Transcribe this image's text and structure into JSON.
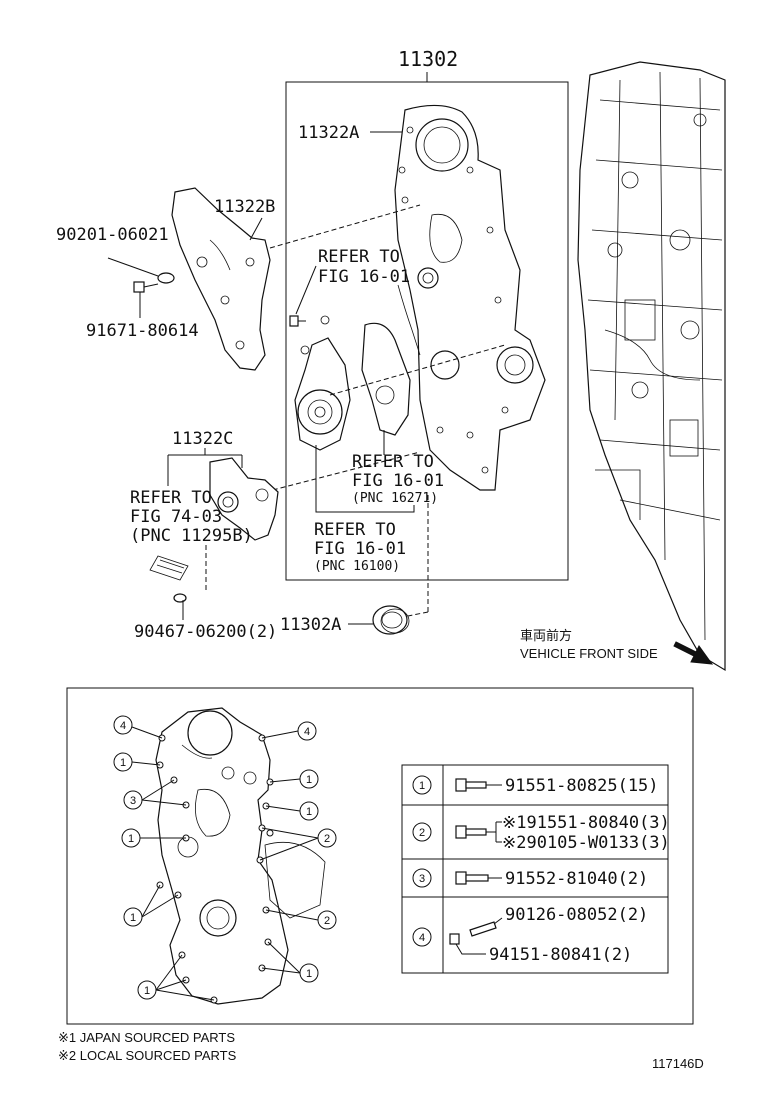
{
  "labels": {
    "main_assy": "11302",
    "gasket_a": "11322A",
    "gasket_b": "11322B",
    "gasket_c": "11322C",
    "seal": "11302A",
    "washer": "90201-06021",
    "bolt_left": "91671-80614",
    "pin": "90467-06200(2)"
  },
  "refers": {
    "r1_line1": "REFER TO",
    "r1_line2": "FIG 16-01",
    "r2_line1": "REFER TO",
    "r2_line2": "FIG 16-01",
    "r2_line3": "(PNC 16271)",
    "r3_line1": "REFER TO",
    "r3_line2": "FIG 16-01",
    "r3_line3": "(PNC 16100)",
    "r4_line1": "REFER TO",
    "r4_line2": "FIG 74-03",
    "r4_line3": "(PNC 11295B)"
  },
  "direction": {
    "jp": "車両前方",
    "en": "VEHICLE FRONT SIDE"
  },
  "legend": {
    "rows": [
      {
        "num": "1",
        "parts": [
          "91551-80825(15)"
        ]
      },
      {
        "num": "2",
        "parts": [
          "※191551-80840(3)",
          "※290105-W0133(3)"
        ]
      },
      {
        "num": "3",
        "parts": [
          "91552-81040(2)"
        ]
      },
      {
        "num": "4",
        "parts": [
          "90126-08052(2)",
          "94151-80841(2)"
        ]
      }
    ]
  },
  "callouts": {
    "n1": "1",
    "n2": "2",
    "n3": "3",
    "n4": "4"
  },
  "footnotes": {
    "f1": "※1 JAPAN SOURCED PARTS",
    "f2": "※2 LOCAL SOURCED PARTS"
  },
  "figure_id": "117146D"
}
